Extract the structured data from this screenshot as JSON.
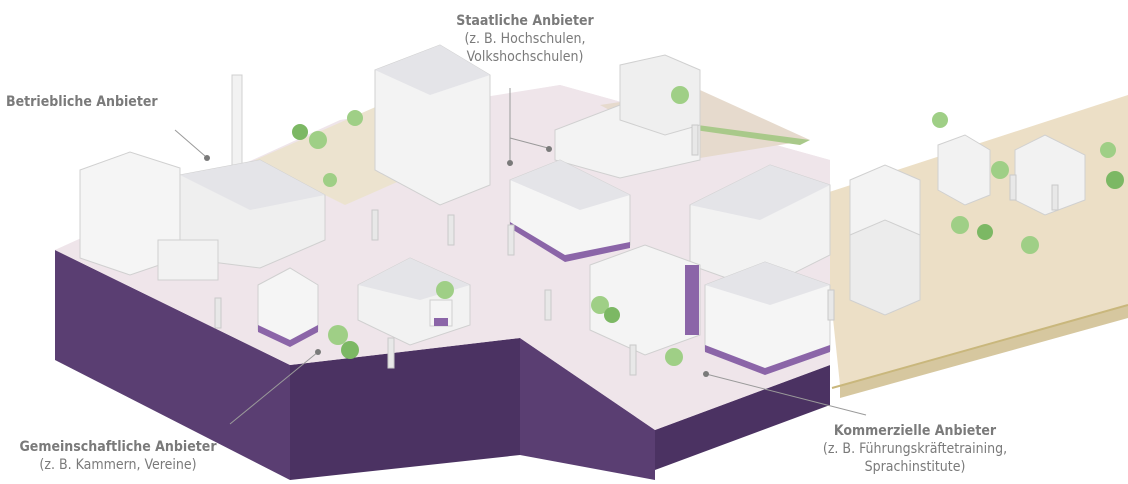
{
  "labels": {
    "staatlich": {
      "title": "Staatliche Anbieter",
      "sub1": "(z. B. Hochschulen,",
      "sub2": "Volkshochschulen)"
    },
    "betrieblich": {
      "title": "Betriebliche Anbieter"
    },
    "gemeinschaftlich": {
      "title": "Gemeinschaftliche Anbieter",
      "sub1": "(z. B. Kammern, Vereine)"
    },
    "kommerziell": {
      "title": "Kommerzielle Anbieter",
      "sub1": "(z. B. Führungskräftetraining,",
      "sub2": "Sprachinstitute)"
    }
  },
  "colors": {
    "ground": "#efe5ea",
    "ground_left": "#5a3e72",
    "ground_front": "#4b3262",
    "sand": "#ecdfc6",
    "sand_side": "#d6c79f",
    "building": "#f2f2f2",
    "building_shade": "#d9d9de",
    "roof": "#e4e4e8",
    "accent_purple": "#8b65a8",
    "tree": "#9fcf86",
    "tree_dark": "#7cb864",
    "grass": "#a9c98a"
  }
}
